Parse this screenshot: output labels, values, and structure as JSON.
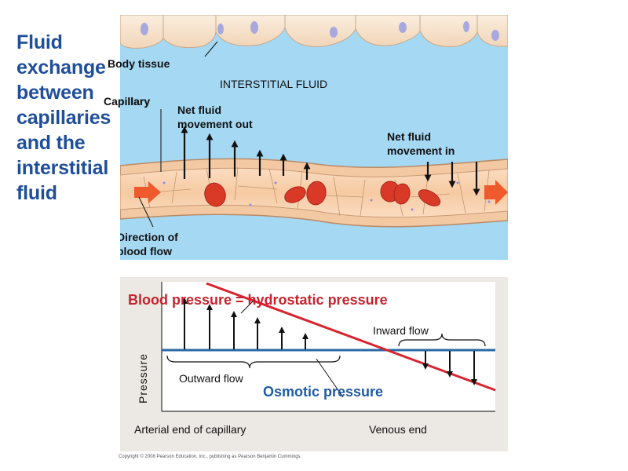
{
  "title": "Fluid exchange between capillaries and the interstitial fluid",
  "top_figure": {
    "body_tissue": "Body tissue",
    "interstitial_fluid": "INTERSTITIAL FLUID",
    "capillary": "Capillary",
    "net_out_line1": "Net fluid",
    "net_out_line2": "movement out",
    "net_in_line1": "Net fluid",
    "net_in_line2": "movement in",
    "direction_line1": "Direction of",
    "direction_line2": "blood flow"
  },
  "bottom_figure": {
    "blood_pressure": "Blood pressure = hydrostatic pressure",
    "inward_flow": "Inward flow",
    "outward_flow": "Outward flow",
    "osmotic_pressure": "Osmotic pressure",
    "y_axis": "Pressure",
    "x_left": "Arterial end of capillary",
    "x_right": "Venous end"
  },
  "copyright": "Copyright © 2008 Pearson Education, Inc., publishing as Pearson Benjamin Cummings.",
  "colors": {
    "title": "#1f4e9a",
    "interstitial_fluid": "#a5d8f3",
    "capillary_wall": "#f3c9a4",
    "blood": "#f8d2ae",
    "red_blood_cell": "#d93a28",
    "blood_pressure_line": "#d8242f",
    "osmotic_line": "#2b6aa6",
    "flow_arrow": "#ee5a2c"
  }
}
